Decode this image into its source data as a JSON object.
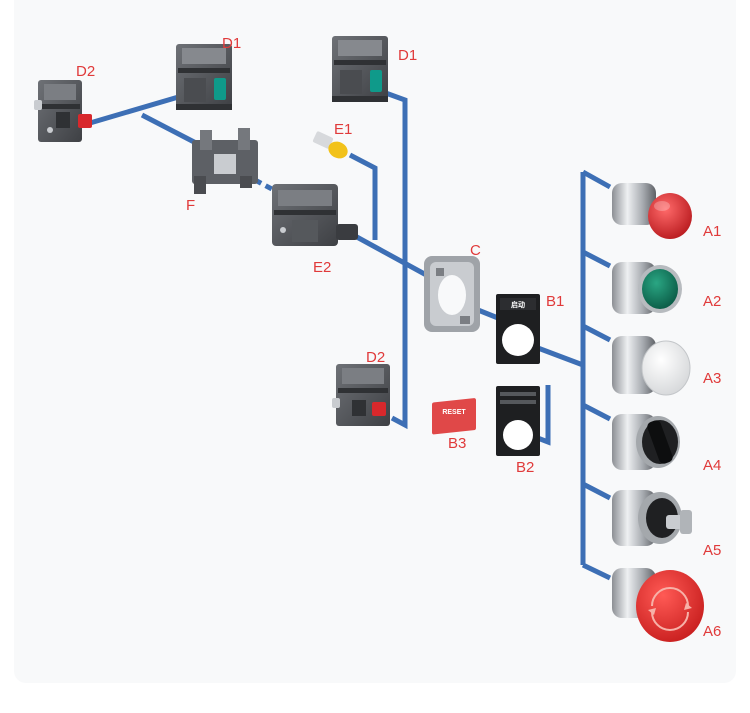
{
  "labels": {
    "d2_top": "D2",
    "d1_left": "D1",
    "d1_right": "D1",
    "e1": "E1",
    "f": "F",
    "e2": "E2",
    "c": "C",
    "b1": "B1",
    "b2": "B2",
    "b3": "B3",
    "d2_bottom": "D2",
    "a1": "A1",
    "a2": "A2",
    "a3": "A3",
    "a4": "A4",
    "a5": "A5",
    "a6": "A6"
  },
  "plate_b1_text": "启动",
  "reset_plate_text": "RESET",
  "colors": {
    "connector": "#3d6fb5",
    "label": "#e03a3a",
    "body_dark": "#4a4c50",
    "body_mid": "#6d7075",
    "chrome": "#c9ccd0",
    "button_red": "#d8282c",
    "button_green": "#0f7a5e",
    "button_white": "#f3f3f3",
    "lamp_yellow": "#f2c21a",
    "reset_red": "#e04848"
  }
}
